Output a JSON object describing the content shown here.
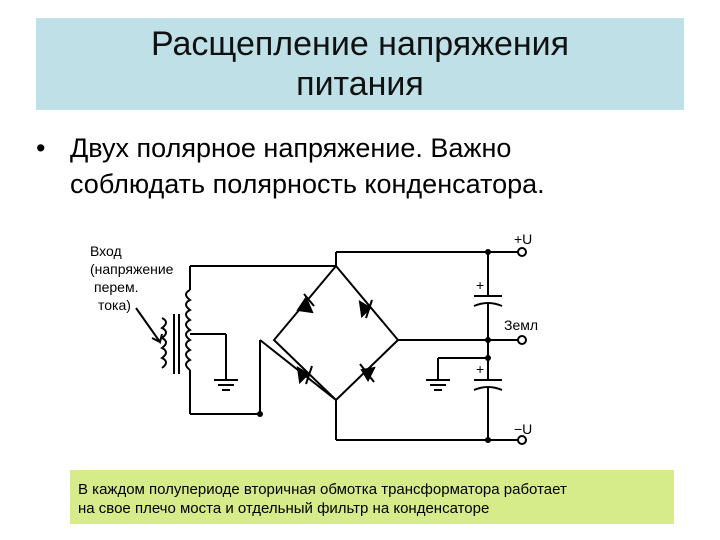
{
  "title": {
    "line1": "Расщепление напряжения",
    "line2": "питания"
  },
  "bullet": {
    "marker": "•",
    "line1": "Двух полярное напряжение. Важно",
    "line2": "соблюдать полярность конденсатора."
  },
  "diagram": {
    "input_label_1": "Вход",
    "input_label_2": "(напряжение",
    "input_label_3": "перем.",
    "input_label_4": "тока)",
    "plus_v": "+U",
    "minus_v": "−U",
    "ground_label": "Земл",
    "cap_plus_top": "+",
    "cap_plus_bottom": "+"
  },
  "caption": {
    "line1": "В каждом полупериоде вторичная обмотка трансформатора работает",
    "line2": "на свое плечо моста и отдельный фильтр на конденсаторе"
  }
}
